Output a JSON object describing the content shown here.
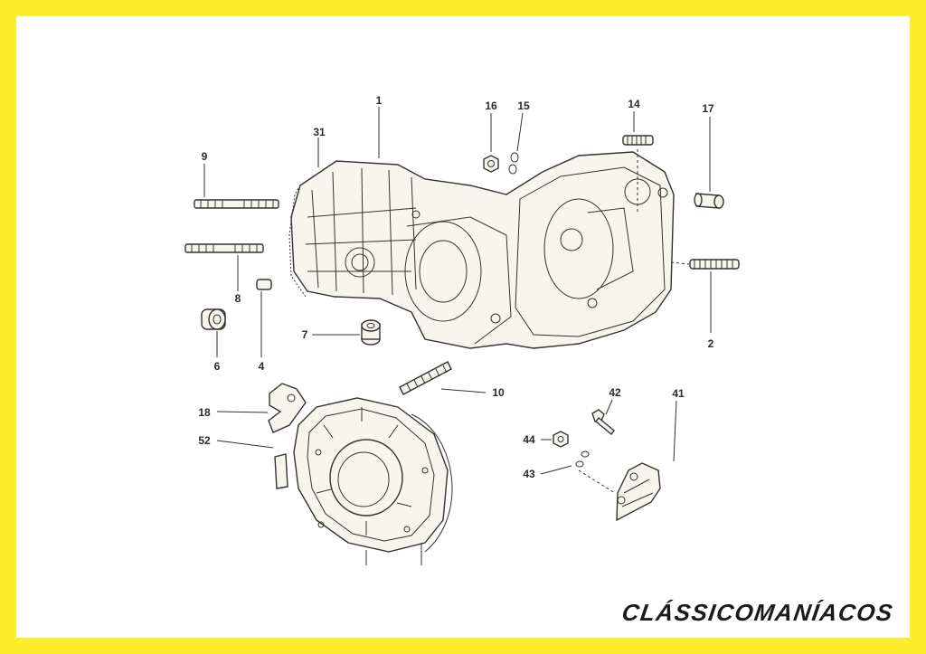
{
  "brand": "CLÁSSICOMANÍACOS",
  "colors": {
    "border": "#fdec2c",
    "paper": "#ffffff",
    "ink": "#2a2a2a"
  },
  "callouts": {
    "c1": "1",
    "c2": "2",
    "c4": "4",
    "c6": "6",
    "c7": "7",
    "c8": "8",
    "c9": "9",
    "c10": "10",
    "c14": "14",
    "c15": "15",
    "c16": "16",
    "c17": "17",
    "c18": "18",
    "c31": "31",
    "c41": "41",
    "c42": "42",
    "c43": "43",
    "c44": "44",
    "c52": "52"
  }
}
